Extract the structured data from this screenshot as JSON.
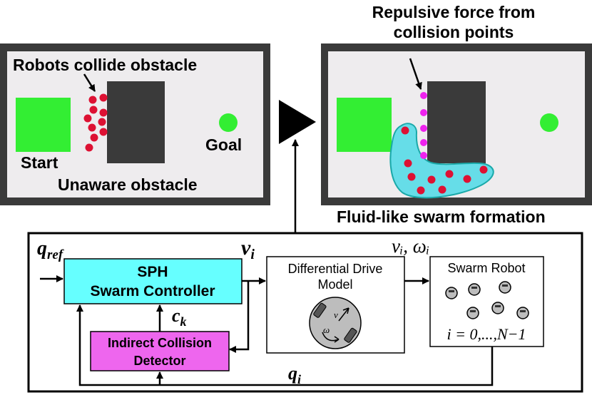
{
  "left_scene": {
    "caption_top": "Robots collide obstacle",
    "start_label": "Start",
    "goal_label": "Goal",
    "obstacle_label": "Unaware obstacle"
  },
  "right_scene": {
    "caption_top_line1": "Repulsive force from",
    "caption_top_line2": "collision points",
    "caption_bottom": "Fluid-like swarm formation"
  },
  "block_diagram": {
    "q_ref": "q",
    "q_ref_sub": "ref",
    "v_i": "v",
    "v_i_sub": "i",
    "v_omega": "vᵢ, ωᵢ",
    "sph_line1": "SPH",
    "sph_line2": "Swarm Controller",
    "c_k": "c",
    "c_k_sub": "k",
    "detector_line1": "Indirect Collision",
    "detector_line2": "Detector",
    "dd_line1": "Differential Drive",
    "dd_line2": "Model",
    "dd_v": "v",
    "dd_omega": "ω",
    "swarm_title": "Swarm Robot",
    "swarm_index": "i = 0,...,N−1",
    "q_i": "q",
    "q_i_sub": "i"
  },
  "colors": {
    "frame": "#3a3a3a",
    "field": "#eeecee",
    "start_green": "#33ee33",
    "robot_red": "#dd1133",
    "collision_magenta": "#ee22ee",
    "fluid_cyan": "#66dde8",
    "sph_cyan": "#66ffff",
    "detector_pink": "#ee66ee"
  },
  "icons": [
    "play-arrow-icon",
    "rotation-arrow-icon",
    "robot-icon"
  ]
}
